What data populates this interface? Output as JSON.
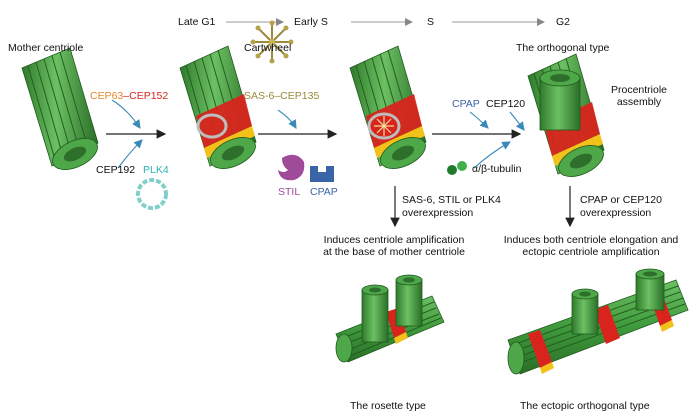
{
  "phases": [
    "Late G1",
    "Early S",
    "S",
    "G2"
  ],
  "labels": {
    "mother_centriole": "Mother centriole",
    "cartwheel": "Cartwheel",
    "orthogonal_type": "The orthogonal type",
    "procentriole_assembly_1": "Procentriole",
    "procentriole_assembly_2": "assembly",
    "cep63": "CEP63",
    "dash1": "–",
    "cep152": "CEP152",
    "cep192": "CEP192",
    "plk4": "PLK4",
    "sas6_cep135": "SAS-6–CEP135",
    "stil": "STIL",
    "cpap": "CPAP",
    "cpap2": "CPAP",
    "cep120": "CEP120",
    "tubulin": "α/β-tubulin",
    "overexp_left_1": "SAS-6, STIL or PLK4",
    "overexp_left_2": "overexpression",
    "overexp_right_1": "CPAP or CEP120",
    "overexp_right_2": "overexpression",
    "outcome_left_1": "Induces centriole amplification",
    "outcome_left_2": "at the base of mother centriole",
    "outcome_right_1": "Induces both centriole elongation and",
    "outcome_right_2": "ectopic centriole amplification",
    "rosette_type": "The rosette type",
    "ectopic_orthogonal_type": "The ectopic orthogonal type"
  },
  "colors": {
    "cep63": "#e8862a",
    "cep152": "#d9261c",
    "plk4": "#2bb3b3",
    "sas6": "#9a8a3a",
    "stil": "#a04a9a",
    "cpap": "#3a64a8",
    "centriole_green": "#3f9a3c",
    "band_red": "#d8241c",
    "band_yellow": "#f2c21b",
    "arrow_blue": "#3a8ab8"
  }
}
